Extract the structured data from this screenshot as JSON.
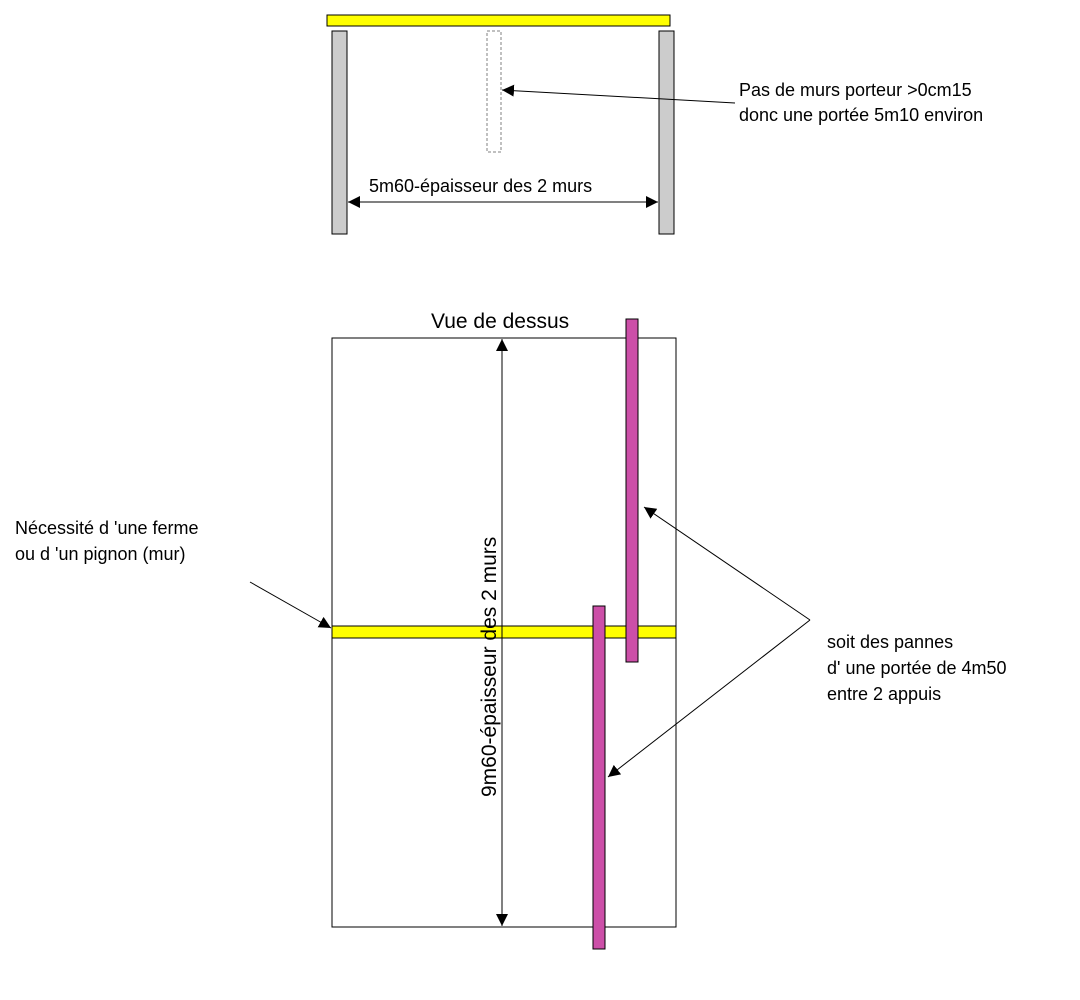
{
  "colors": {
    "beam_yellow": "#ffff00",
    "wall_gray": "#cccccc",
    "purlin_magenta": "#cc4fa8",
    "stroke": "#000000",
    "dashed_wall": "#808080"
  },
  "section_view": {
    "note_line1": "Pas de murs porteur >0cm15",
    "note_line2": "donc une portée 5m10 environ",
    "span_label": "5m60-épaisseur des 2 murs"
  },
  "top_view": {
    "title": "Vue de dessus",
    "span_label": "9m60-épaisseur des 2 murs",
    "left_note_line1": "Nécessité d 'une ferme",
    "left_note_line2": "ou d 'un pignon (mur)",
    "right_note_line1": "soit des pannes",
    "right_note_line2": "d' une portée de 4m50",
    "right_note_line3": "entre 2 appuis"
  }
}
